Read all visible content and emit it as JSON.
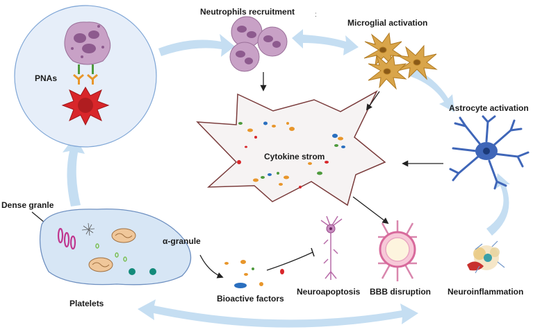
{
  "labels": {
    "neutrophils": "Neutrophils recruitment",
    "microglia": "Microglial activation",
    "astrocyte": "Astrocyte activation",
    "pnas": "PNAs",
    "cytokine": "Cytokine strom",
    "dense": "Dense granle",
    "alpha": "α-granule",
    "platelets": "Platelets",
    "bioactive": "Bioactive factors",
    "neuroapoptosis": "Neuroapoptosis",
    "bbb": "BBB disruption",
    "neuroinflammation": "Neuroinflammation"
  },
  "colors": {
    "flow_arrow": "#c5def2",
    "pna_circle": "#e6eef9",
    "platelet": "#d7e6f5",
    "neutrophil": "#c8a1c6",
    "microglia": "#d9a54a",
    "astrocyte": "#3f66b8",
    "platelet_red": "#d8262a",
    "storm_fill": "#f6f3f3",
    "storm_stroke": "#7a3b3b"
  }
}
